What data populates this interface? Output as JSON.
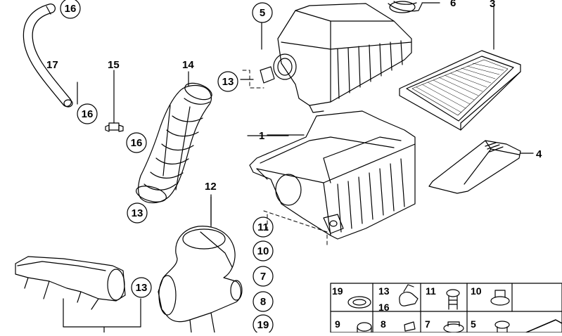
{
  "labels": {
    "p1": "1",
    "p3": "3",
    "p4": "4",
    "p5": "5",
    "p6": "6",
    "p12": "12",
    "p14": "14",
    "p15": "15",
    "p17": "17",
    "c16a": "16",
    "c16b": "16",
    "c16c": "16",
    "c13a": "13",
    "c13b": "13",
    "c13c": "13",
    "c11": "11",
    "c10": "10",
    "c7": "7",
    "c8": "8",
    "c19": "19"
  },
  "table": {
    "row1": [
      "19",
      "13",
      "16",
      "11",
      "10"
    ],
    "row2": [
      "9",
      "8",
      "7",
      "5"
    ]
  }
}
